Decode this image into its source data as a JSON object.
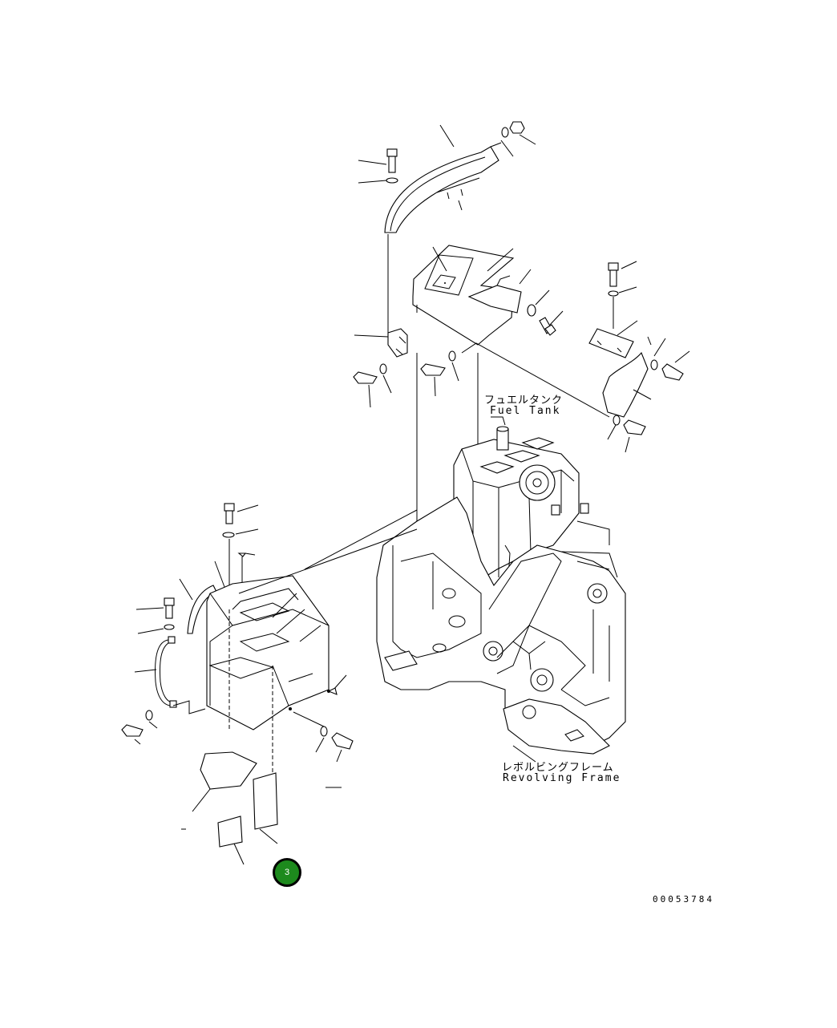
{
  "labels": {
    "fuel_tank_jp": "フュエルタンク",
    "fuel_tank_en": "Fuel Tank",
    "revolving_frame_jp": "レボルビングフレーム",
    "revolving_frame_en": "Revolving Frame",
    "drawing_number": "00053784"
  },
  "page_badge": {
    "number": "3",
    "color": "#1d8a1d"
  },
  "colors": {
    "line": "#000000",
    "background": "#ffffff"
  }
}
